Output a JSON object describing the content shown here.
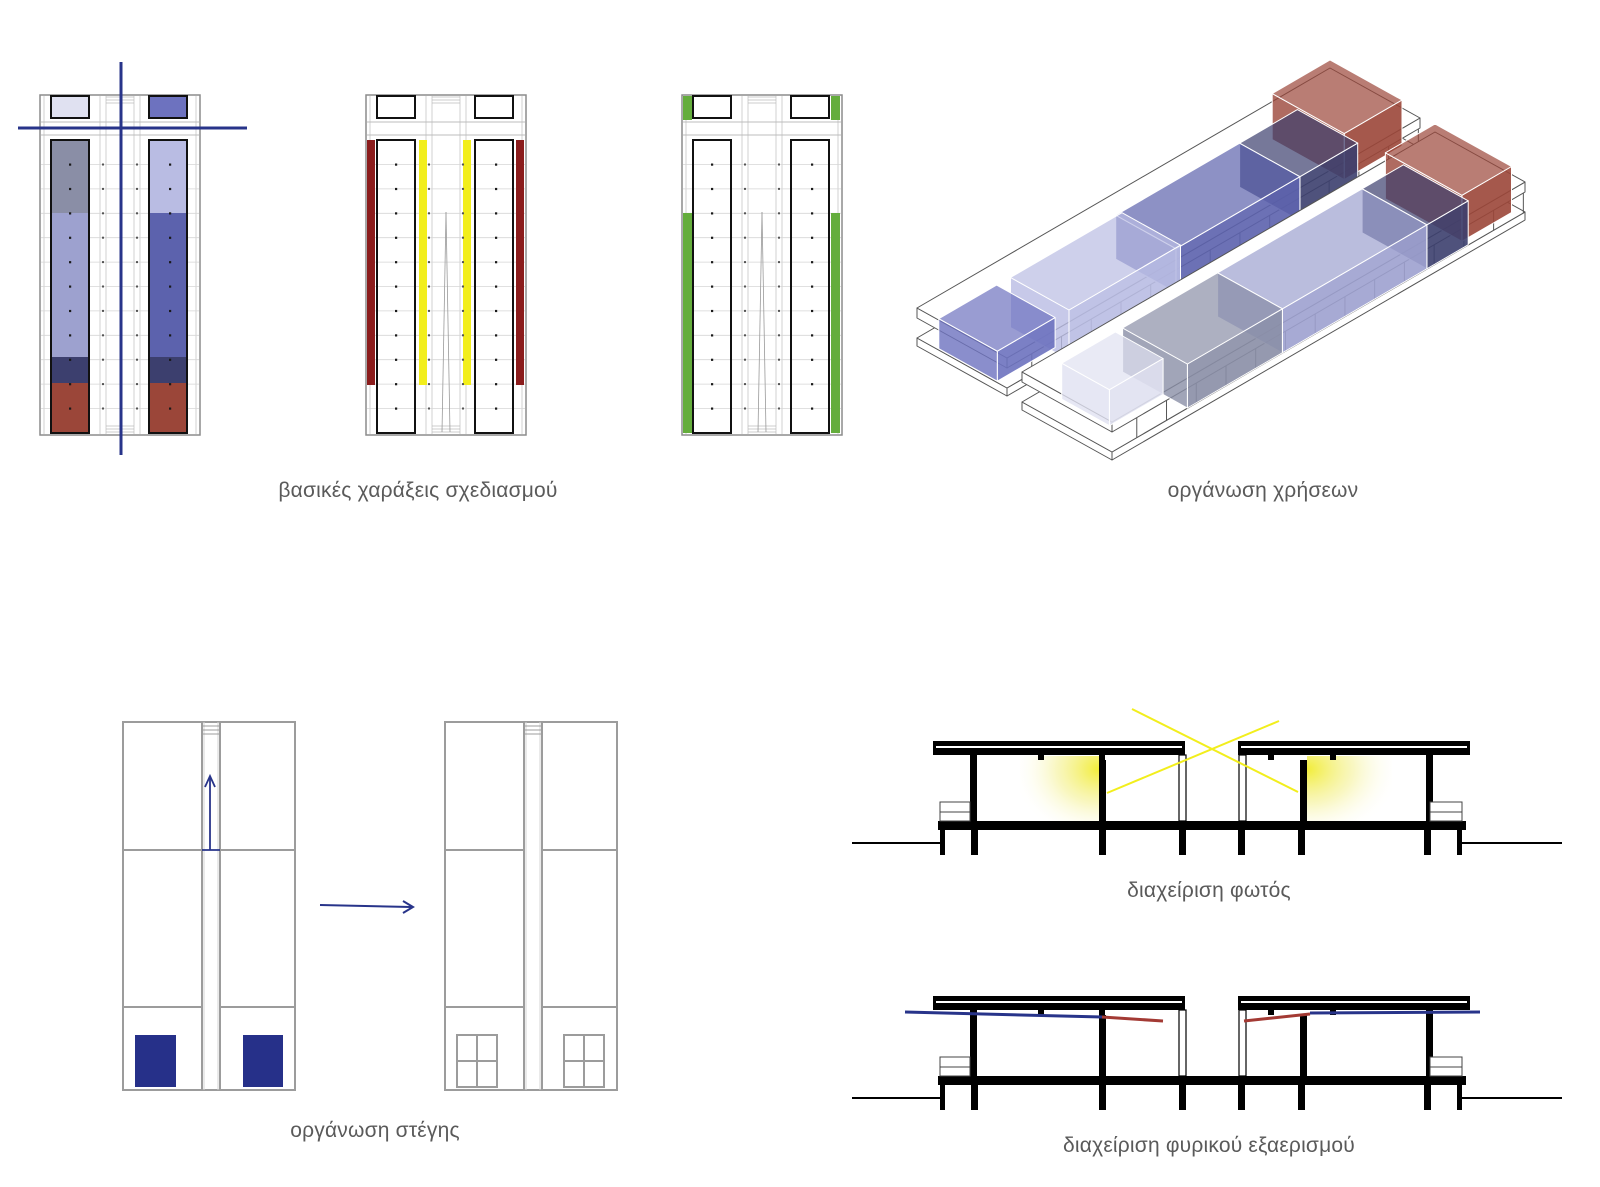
{
  "captions": {
    "design_lines": "βασικές χαράξεις σχεδιασμού",
    "use_organization": "οργάνωση χρήσεων",
    "roof_organization": "οργάνωση στέγης",
    "light_management": "διαχείριση φωτός",
    "natural_ventilation": "διαχείριση φυρικού εξαερισμού"
  },
  "colors": {
    "axis_line": "#28348a",
    "grey_blue": "#8a8ea6",
    "light_lavender": "#b9bce3",
    "pale_lavender": "#e0e1f1",
    "lavender": "#9da1cf",
    "medium_blue": "#5c62ad",
    "bright_blue": "#6d72bf",
    "navy": "#3c3f6e",
    "brick_red": "#9b4639",
    "dark_red": "#8b1c1c",
    "yellow": "#f2ee1c",
    "green": "#64ad3c",
    "roof_navy": "#263089",
    "ventilation_red": "#a33a34",
    "caption": "#5a5a5a"
  }
}
